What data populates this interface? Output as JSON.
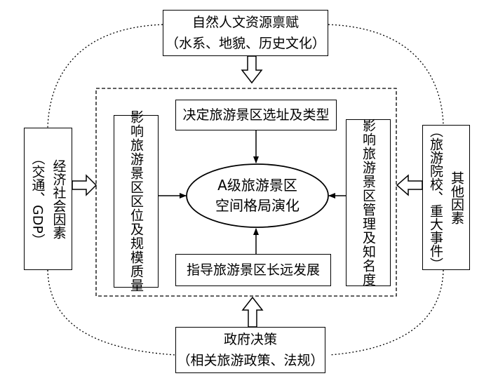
{
  "outer_factors": {
    "top": {
      "line1": "自然人文资源禀赋",
      "line2": "（水系、地貌、历史文化）"
    },
    "bottom": {
      "line1": "政府决策",
      "line2": "（相关旅游政策、法规）"
    },
    "left": {
      "col1": "经济社会因素",
      "col2": "（交通、GDP）"
    },
    "right": {
      "col1": "其他因素",
      "col2": "（旅游院校、重大事件）"
    }
  },
  "inner_effects": {
    "top": "决定旅游景区选址及类型",
    "bottom": "指导旅游景区长远发展",
    "left": "影响旅游景区区位及规模质量",
    "right": "影响旅游景区管理及知名度"
  },
  "center": {
    "line1": "A级旅游景区",
    "line2": "空间格局演化"
  }
}
